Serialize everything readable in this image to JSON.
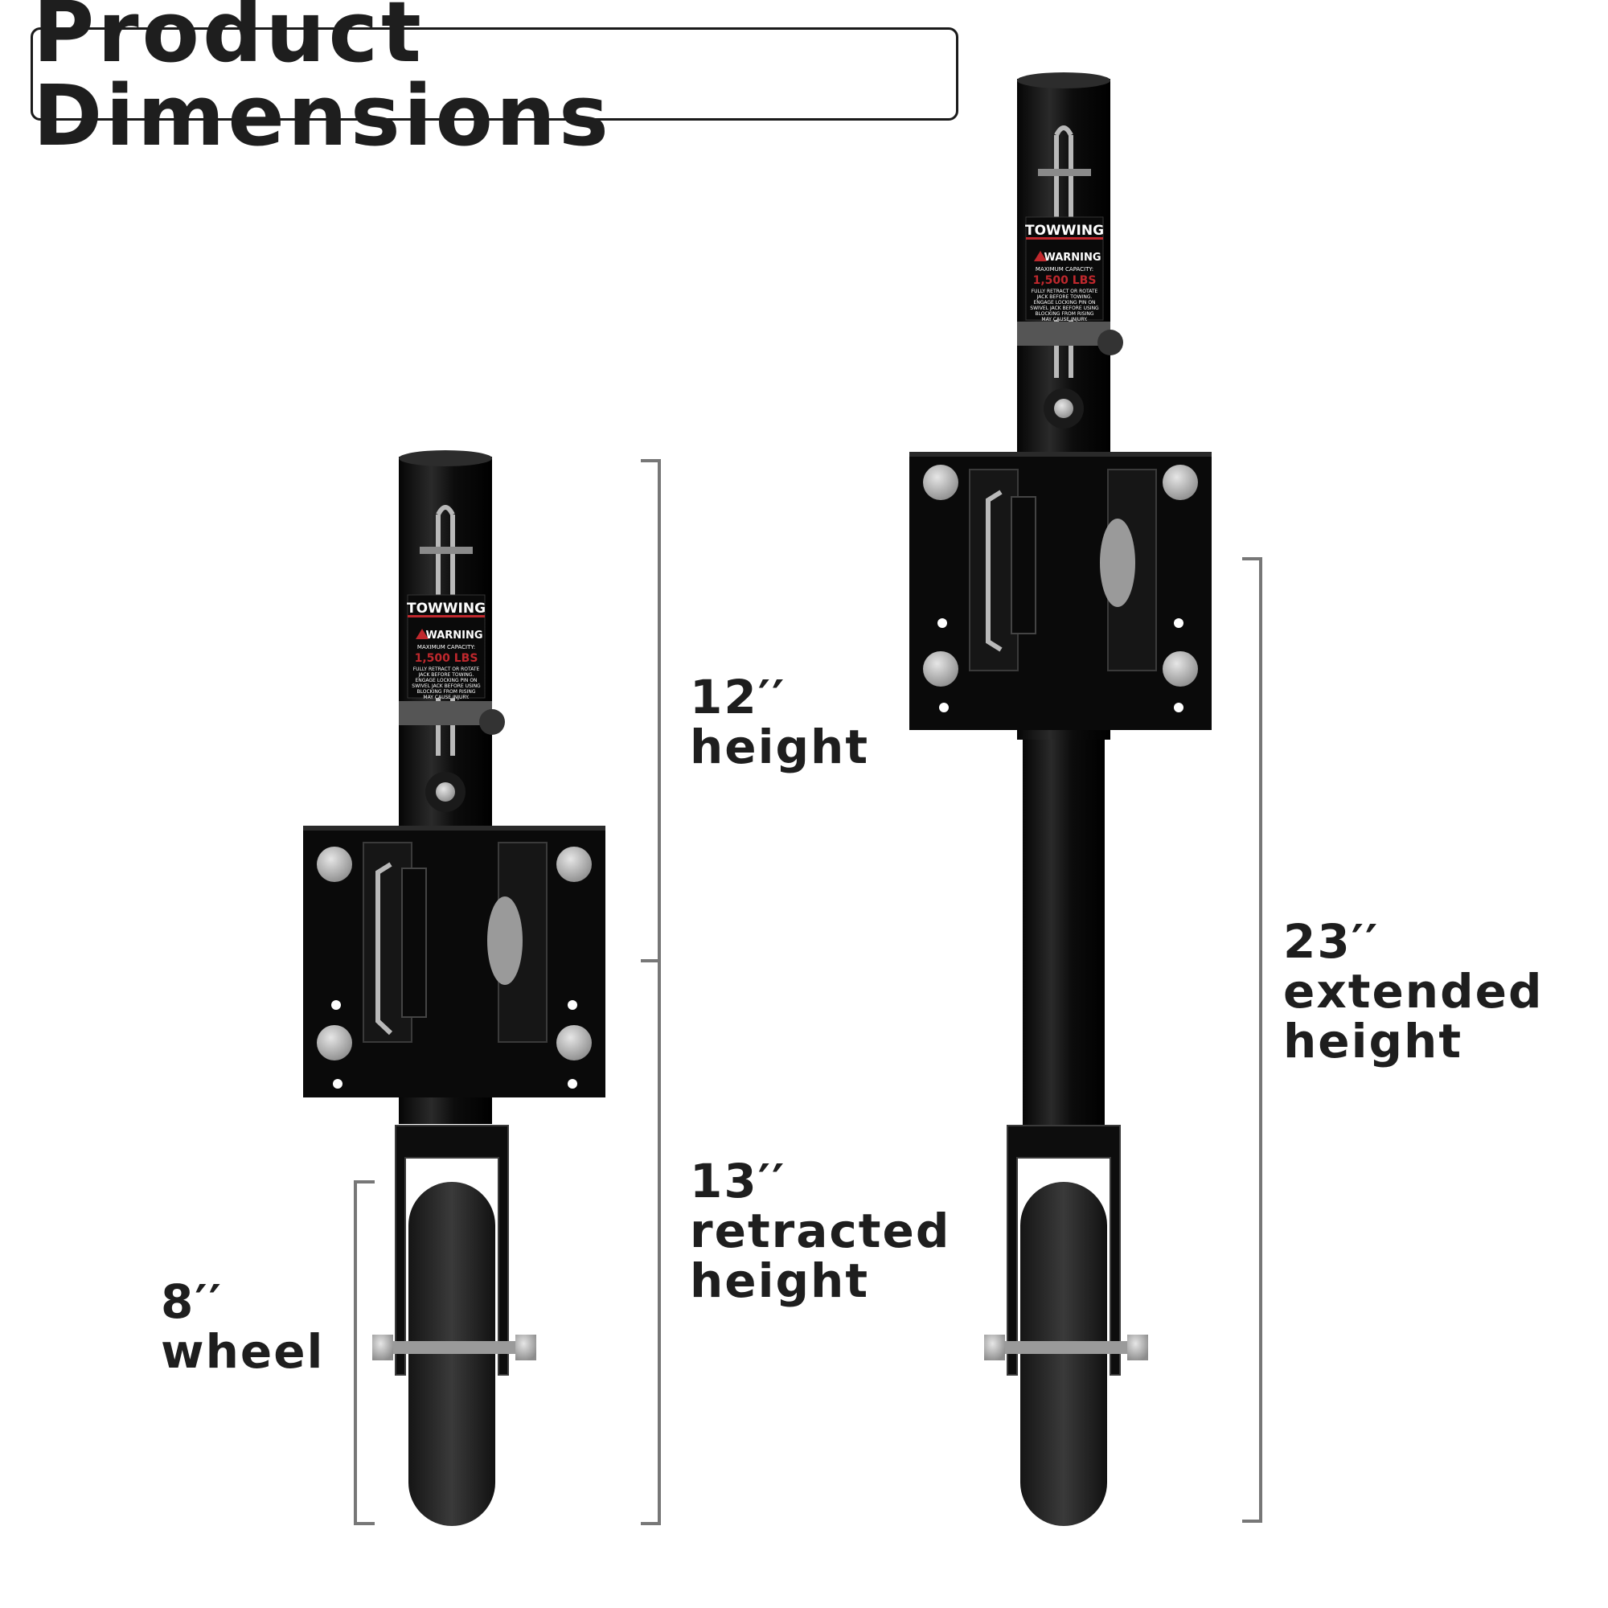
{
  "title": "Product Dimensions",
  "labels": {
    "height": {
      "value": "12′′",
      "text": "height"
    },
    "retracted": {
      "value": "13′′",
      "text1": "retracted",
      "text2": "height"
    },
    "wheel": {
      "value": "8′′",
      "text": "wheel"
    },
    "extended": {
      "value": "23′′",
      "text1": "extended",
      "text2": "height"
    }
  },
  "jack_label": {
    "brand": "TOWWING",
    "warning": "WARNING",
    "capacity_title": "MAXIMUM CAPACITY:",
    "capacity": "1,500 LBS",
    "line1": "FULLY RETRACT OR ROTATE",
    "line2": "JACK BEFORE TOWING.",
    "line3": "ENGAGE LOCKING PIN ON",
    "line4": "SWIVEL JACK BEFORE USING",
    "line5": "BLOCKING FROM RISING",
    "line6": "MAY CAUSE INJURY."
  },
  "colors": {
    "text": "#1e1e1e",
    "jack": "#111111",
    "steel": "#b9b9b9",
    "bracket_line": "#777777"
  }
}
